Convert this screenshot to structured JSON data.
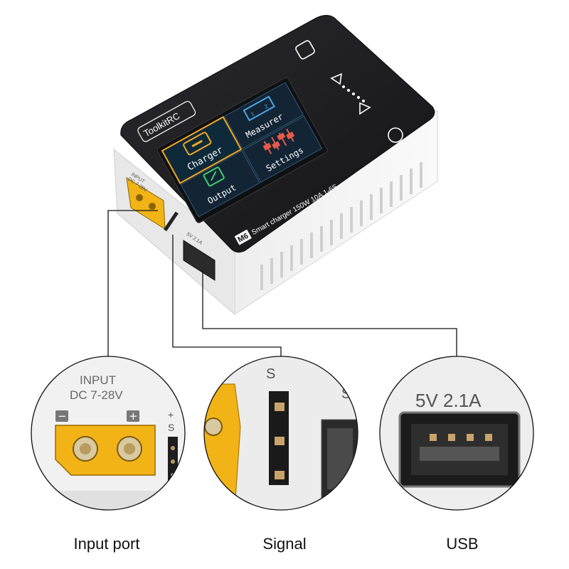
{
  "device": {
    "brand": "ToolkitRC",
    "model_badge": "M6",
    "description": "Smart charger 150W 10A 1-6S",
    "menu": [
      {
        "label": "Charger",
        "accent": "#f5a623",
        "selected": true
      },
      {
        "label": "Measurer",
        "accent": "#4aa8e8",
        "selected": false
      },
      {
        "label": "Output",
        "accent": "#3fcf6a",
        "selected": false
      },
      {
        "label": "Settings",
        "accent": "#e85a4a",
        "selected": false
      }
    ],
    "input_label": "INPUT",
    "input_range": "DC 7-28V",
    "signal_pins": "+ S",
    "usb_rating": "5V 2.1A",
    "ruler_numbers": [
      "1",
      "2"
    ]
  },
  "callouts": {
    "input": {
      "caption": "Input port",
      "label": "INPUT",
      "range": "DC 7-28V",
      "minus": "−",
      "plus": "+",
      "pins": [
        "+",
        "S"
      ]
    },
    "signal": {
      "caption": "Signal",
      "letter": "S"
    },
    "usb": {
      "caption": "USB",
      "rating": "5V 2.1A"
    }
  },
  "colors": {
    "body": "#f3f3f3",
    "screen_frame": "#1c1c1f",
    "xt60_connector": "#f2b316",
    "leader_line": "#111111"
  }
}
